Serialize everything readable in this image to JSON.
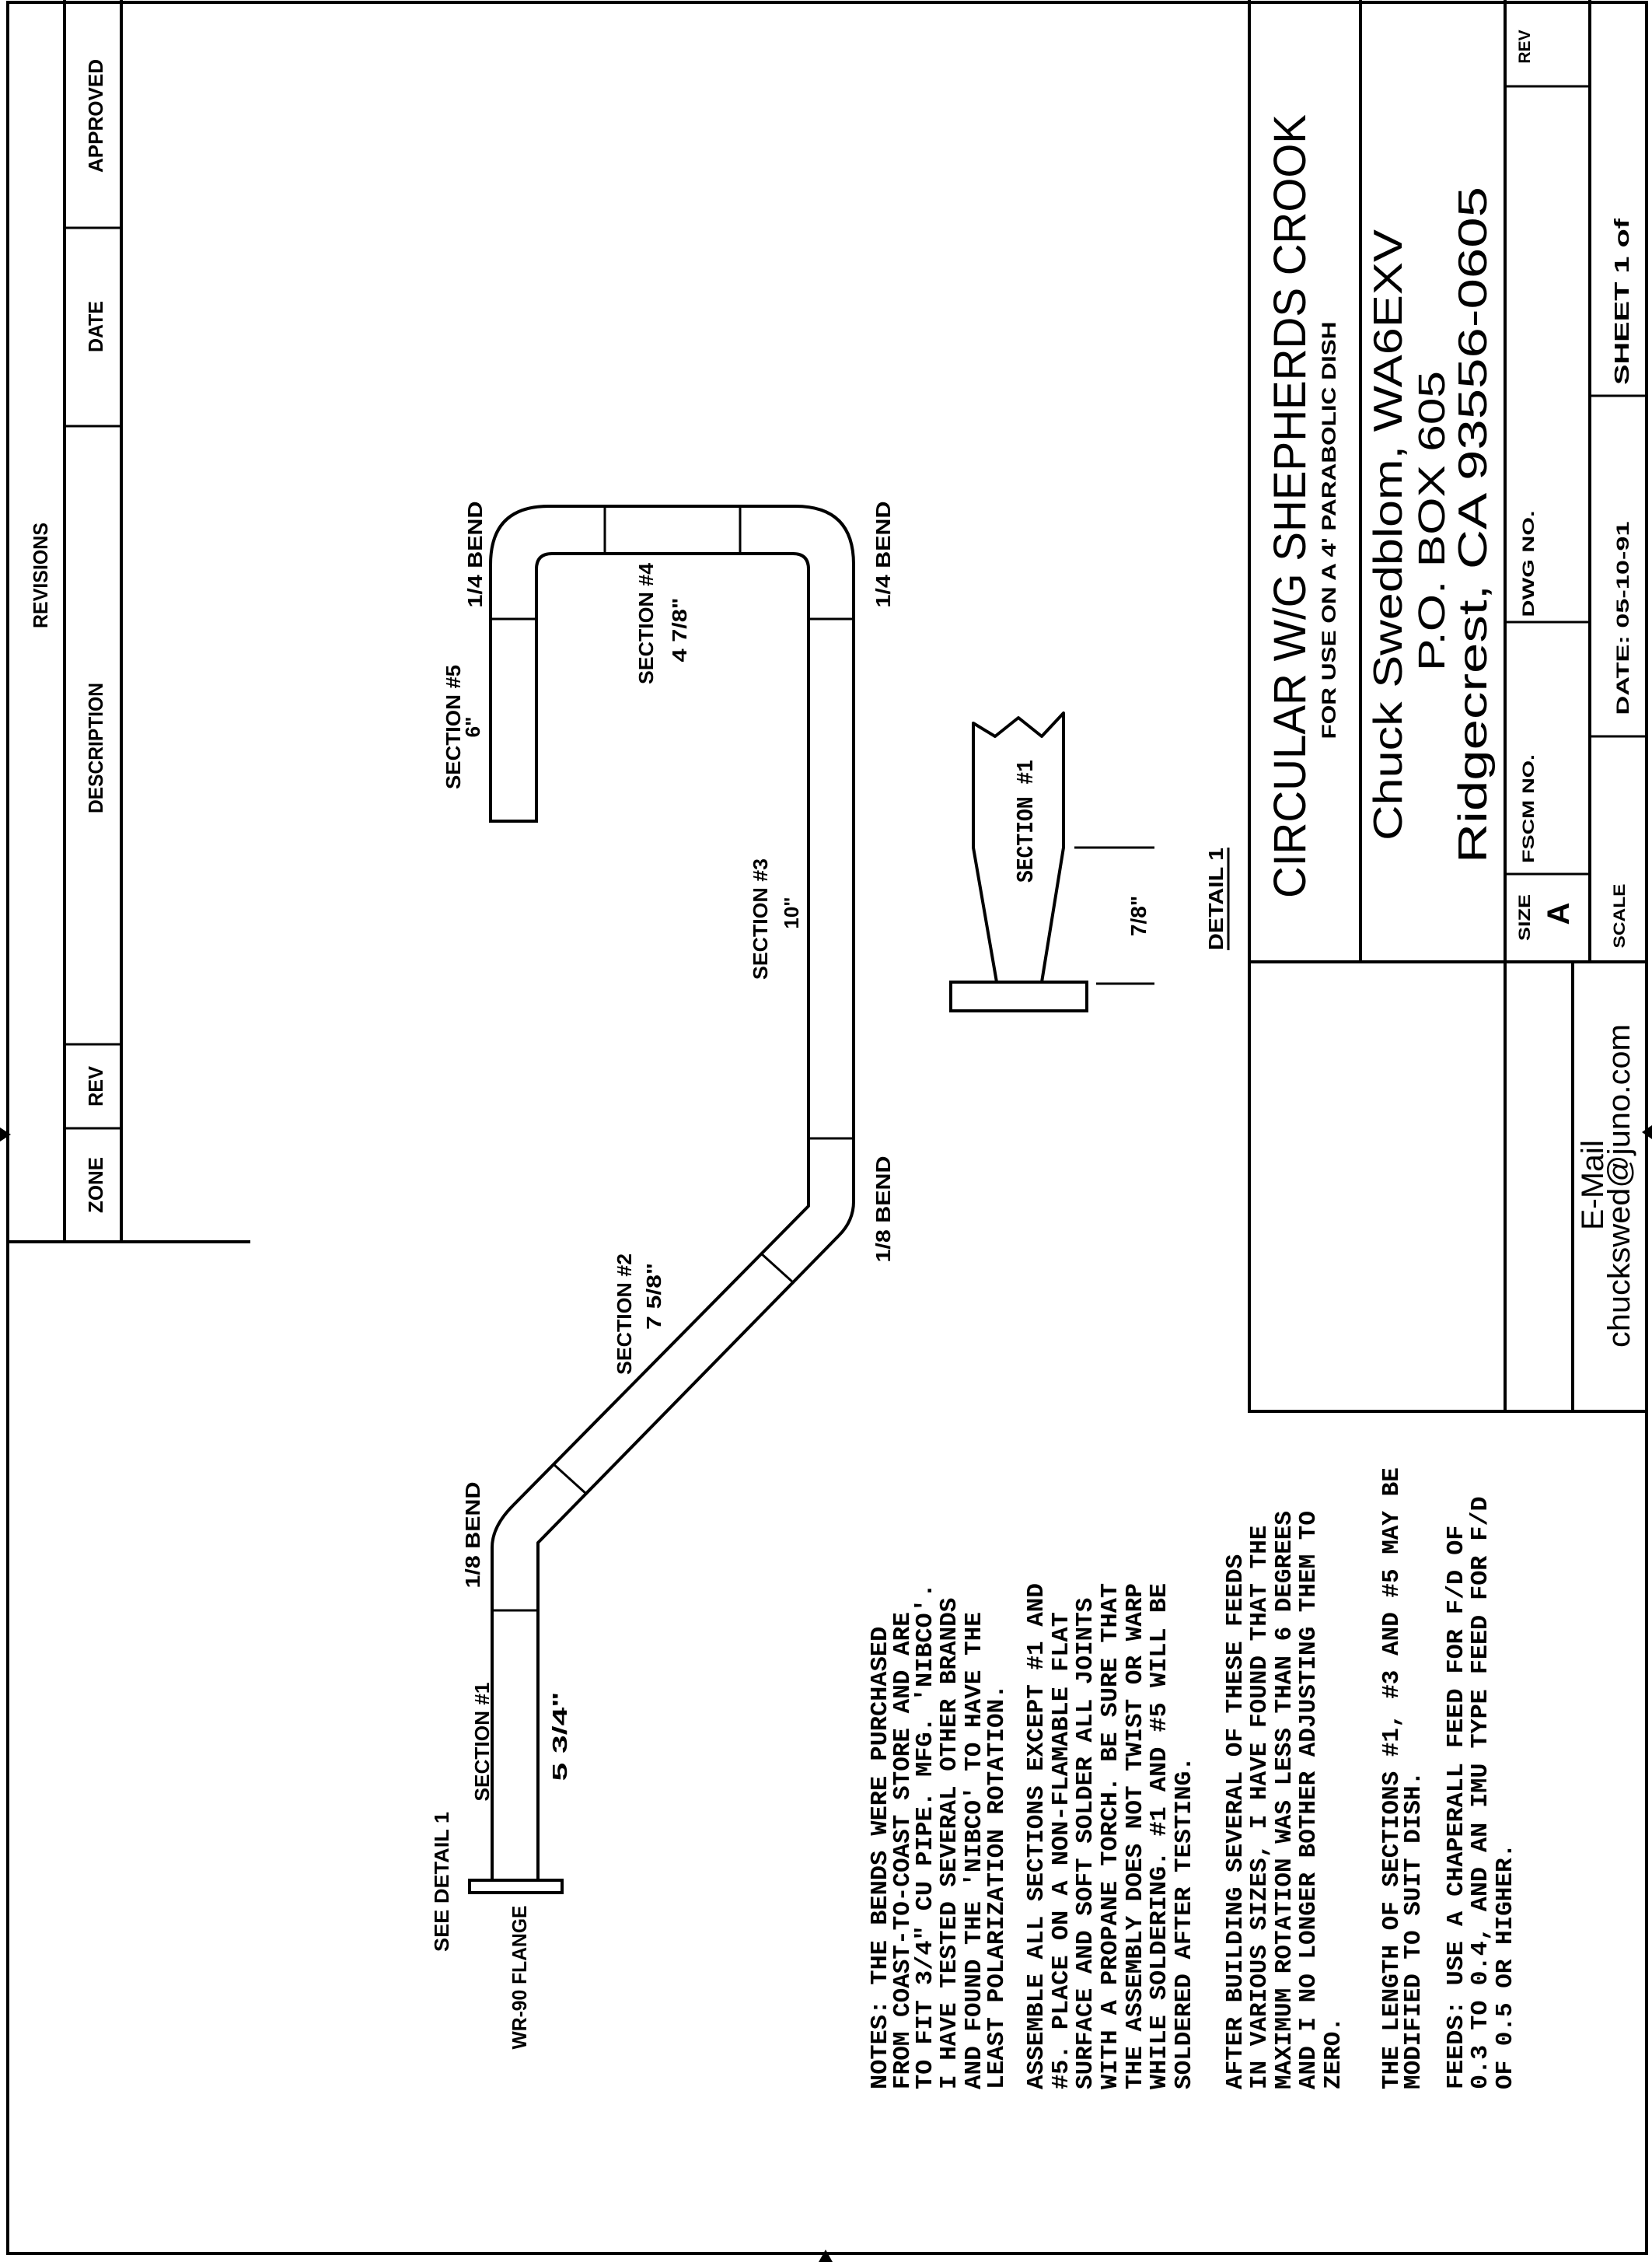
{
  "revisions": {
    "title": "REVISIONS",
    "columns": [
      "ZONE",
      "REV",
      "DESCRIPTION",
      "DATE",
      "APPROVED"
    ]
  },
  "drawing": {
    "labels": {
      "bend_quarter_left": "1/4 BEND",
      "bend_quarter_right": "1/4 BEND",
      "bend_eighth_top": "1/8 BEND",
      "bend_eighth_bottom": "1/8 BEND",
      "section5": "SECTION  #5",
      "section5_len": "6\"",
      "section4": "SECTION  #4",
      "section4_len": "4  7/8\"",
      "section3": "SECTION  #3",
      "section3_len": "10\"",
      "section2": "SECTION  #2",
      "section2_len": "7  5/8\"",
      "section1": "SECTION  #1",
      "section1_len": "5  3/4\"",
      "see_detail": "SEE  DETAIL  1",
      "flange": "WR-90  FLANGE"
    },
    "detail": {
      "section": "SECTION #1",
      "dimension": "7/8\"",
      "title": "DETAIL 1"
    }
  },
  "notes": [
    [
      "NOTES:  THE BENDS WERE PURCHASED",
      "FROM COAST-TO-COAST STORE AND ARE",
      "TO FIT 3/4\" CU PIPE.  MFG. 'NIBCO'.",
      "I HAVE TESTED SEVERAL OTHER BRANDS",
      "AND FOUND THE 'NIBCO' TO HAVE THE",
      "LEAST POLARIZATION ROTATION."
    ],
    [
      "ASSEMBLE ALL SECTIONS EXCEPT #1 AND",
      "#5.  PLACE ON A NON-FLAMABLE FLAT",
      "SURFACE AND SOFT SOLDER ALL JOINTS",
      "WITH A PROPANE TORCH.  BE SURE THAT",
      "THE ASSEMBLY DOES NOT TWIST OR WARP",
      "WHILE SOLDERING.  #1 AND #5 WILL BE",
      "SOLDERED AFTER TESTING."
    ],
    [
      "AFTER BUILDING SEVERAL OF THESE FEEDS",
      "IN VARIOUS SIZES, I HAVE FOUND THAT THE",
      "MAXIMUM ROTATION WAS LESS THAN 6 DEGREES",
      "AND I NO LONGER BOTHER ADJUSTING THEM TO",
      "ZERO."
    ],
    [
      "THE LENGTH OF SECTIONS #1, #3 AND #5 MAY BE",
      "MODIFIED TO SUIT DISH."
    ],
    [
      "FEEDS:  USE A CHAPERALL FEED FOR F/D OF",
      "0.3 TO 0.4,  AND AN IMU TYPE FEED FOR F/D",
      "OF 0.5 OR HIGHER."
    ]
  ],
  "title_block": {
    "title": "CIRCULAR W/G SHEPHERDS CROOK",
    "subtitle": "FOR USE ON A 4' PARABOLIC DISH",
    "name": "Chuck Swedblom, WA6EXV",
    "address1": "P.O. BOX 605",
    "address2": "Ridgecrest, CA 93556-0605",
    "rev_label": "REV",
    "dwg_no_label": "DWG NO.",
    "fscm_no_label": "FSCM NO.",
    "size_label": "SIZE",
    "size_value": "A",
    "scale_label": "SCALE",
    "date_label": "DATE:  05-10-91",
    "sheet_label": "SHEET  1 of",
    "email_label": "E-Mail",
    "email": "chuckswed@juno.com"
  }
}
